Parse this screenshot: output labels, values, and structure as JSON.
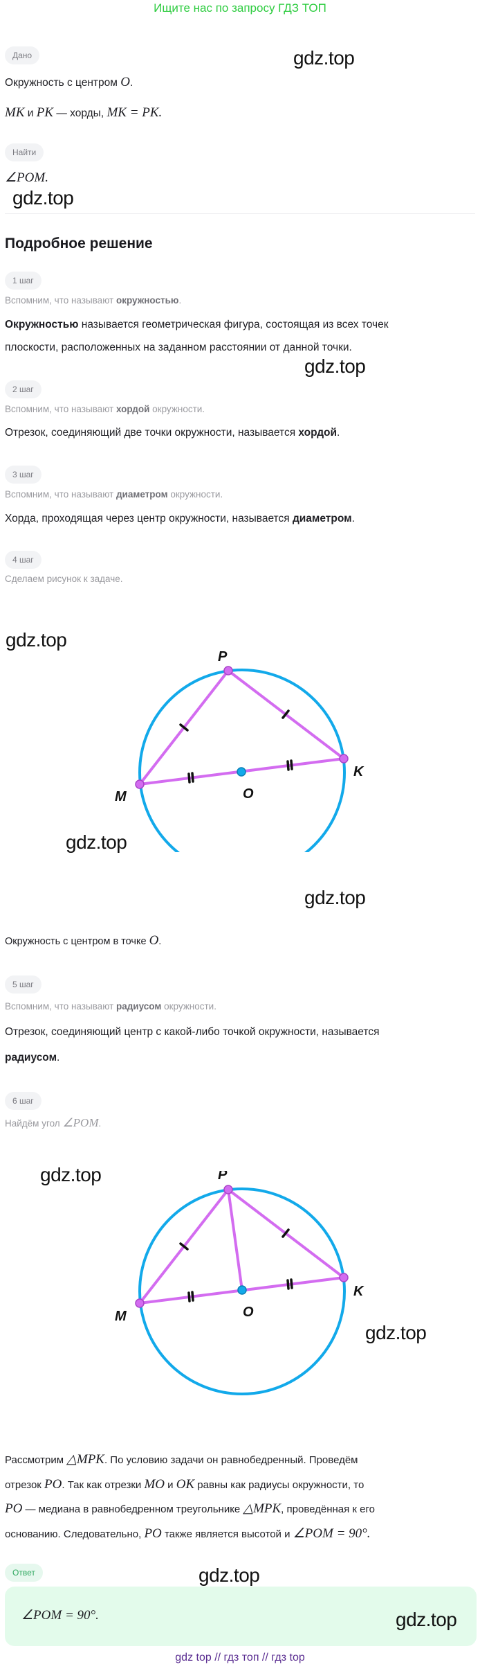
{
  "banner": "Ищите нас по запросу ГДЗ ТОП",
  "watermark": "gdz.top",
  "given": {
    "label": "Дано",
    "line1_text": "Окружность с центром ",
    "line1_math": "O",
    "line2": {
      "a": "MK",
      "and": " и ",
      "b": "PK",
      "dash": " — хорды, ",
      "eq": "MK = PK"
    }
  },
  "find": {
    "label": "Найти",
    "value": "∠POM"
  },
  "solution_heading": "Подробное решение",
  "steps": [
    {
      "label": "1 шаг",
      "hint_pre": "Вспомним, что называют ",
      "hint_bold": "окружностью",
      "hint_post": ".",
      "text_bold": "Окружностью",
      "text_line1": " называется геометрическая фигура, состоящая из всех точек",
      "text_line2": "плоскости, расположенных на заданном расстоянии от данной точки."
    },
    {
      "label": "2 шаг",
      "hint_pre": "Вспомним, что называют ",
      "hint_bold": "хордой",
      "hint_post": " окружности.",
      "text_pre": "Отрезок, соединяющий две точки окружности, называется ",
      "text_bold": "хордой",
      "text_post": "."
    },
    {
      "label": "3 шаг",
      "hint_pre": "Вспомним, что называют ",
      "hint_bold": "диаметром",
      "hint_post": " окружности.",
      "text_pre": "Хорда, проходящая через центр окружности, называется ",
      "text_bold": "диаметром",
      "text_post": "."
    },
    {
      "label": "4 шаг",
      "hint": "Сделаем рисунок к задаче.",
      "caption_text": "Окружность с центром в точке ",
      "caption_math": "O"
    },
    {
      "label": "5 шаг",
      "hint_pre": "Вспомним, что называют ",
      "hint_bold": "радиусом",
      "hint_post": " окружности.",
      "text_line1": "Отрезок, соединяющий центр с какой-либо точкой окружности, называется",
      "text_bold": "радиусом",
      "text_post": "."
    },
    {
      "label": "6 шаг",
      "hint_text": "Найдём угол ",
      "hint_math": "∠POM"
    }
  ],
  "figure": {
    "labels": {
      "P": "P",
      "K": "K",
      "M": "M",
      "O": "O"
    },
    "circle_color": "#12a9ea",
    "segment_color": "#d36cf0"
  },
  "reasoning": {
    "l1": {
      "t1": "Рассмотрим ",
      "m1": "△MPK",
      "t2": ". По условию задачи он равнобедренный. Проведём"
    },
    "l2": {
      "t1": "отрезок ",
      "m1": "PO",
      "t2": ". Так как отрезки ",
      "m2": "MO",
      "t3": " и ",
      "m3": "OK",
      "t4": " равны как радиусы окружности, то"
    },
    "l3": {
      "m1": "PO",
      "t1": " — медиана в равнобедренном треугольнике ",
      "m2": "△MPK",
      "t2": ", проведённая к его"
    },
    "l4": {
      "t1": "основанию. Следовательно, ",
      "m1": "PO",
      "t2": " также является высотой и ",
      "m2": "∠POM = 90°."
    }
  },
  "answer": {
    "label": "Ответ",
    "value": "∠POM = 90°."
  },
  "footer": "gdz top  //  гдз топ  //  гдз top"
}
